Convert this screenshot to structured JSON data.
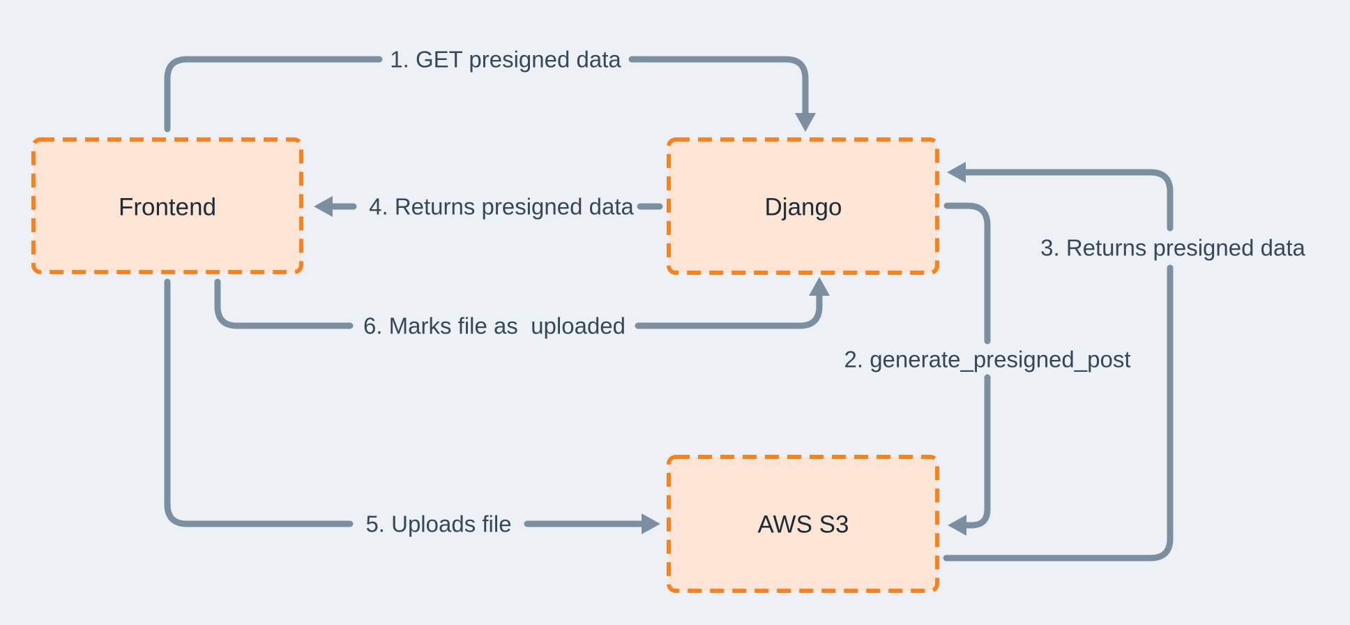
{
  "diagram": {
    "type": "flow-diagram",
    "colors": {
      "background": "#edf1f5",
      "box_fill": "#fce5d5",
      "box_border": "#f8821f",
      "arrow": "#7b8fa0",
      "label_text": "#35485a",
      "box_text": "#1d2b38"
    },
    "nodes": [
      {
        "id": "frontend",
        "label": "Frontend"
      },
      {
        "id": "django",
        "label": "Django"
      },
      {
        "id": "aws-s3",
        "label": "AWS S3"
      }
    ],
    "edges": [
      {
        "id": "1",
        "label": "1. GET presigned data",
        "from": "Frontend",
        "to": "Django"
      },
      {
        "id": "2",
        "label": "2. generate_presigned_post",
        "from": "Django",
        "to": "AWS S3"
      },
      {
        "id": "3",
        "label": "3. Returns presigned data",
        "from": "AWS S3",
        "to": "Django"
      },
      {
        "id": "4",
        "label": "4. Returns presigned data",
        "from": "Django",
        "to": "Frontend"
      },
      {
        "id": "5",
        "label": "5. Uploads file",
        "from": "Frontend",
        "to": "AWS S3"
      },
      {
        "id": "6",
        "label": "6. Marks file as  uploaded",
        "from": "Frontend",
        "to": "Django"
      }
    ]
  }
}
